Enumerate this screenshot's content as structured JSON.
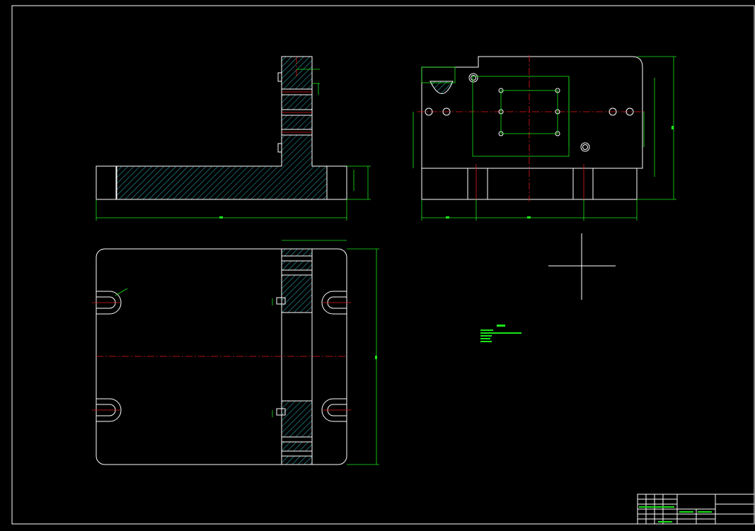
{
  "drawing": {
    "background": "#000000",
    "line_color": "#ffffff",
    "dimension_color": "#19e619",
    "centerline_color": "#e61919",
    "views": [
      "front-section-view",
      "side-view",
      "top-view"
    ]
  },
  "title_block": {
    "present": true
  }
}
